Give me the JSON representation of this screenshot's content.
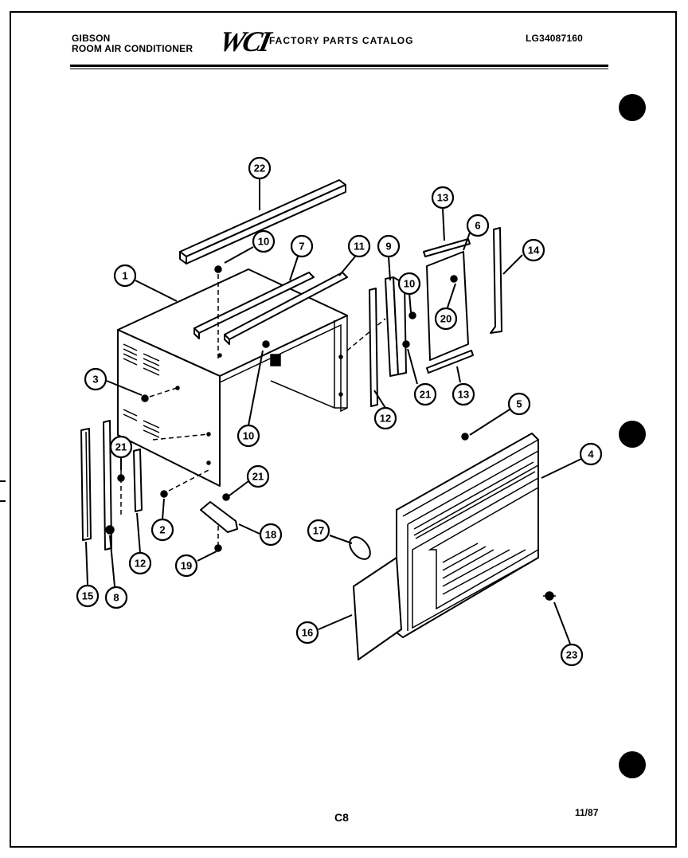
{
  "header": {
    "brand": "GIBSON",
    "product": "ROOM AIR CONDITIONER",
    "logo": "WCI",
    "catalog_title": "FACTORY PARTS CATALOG",
    "model_number": "LG34087160"
  },
  "callouts": [
    "22",
    "10",
    "7",
    "11",
    "1",
    "9",
    "13",
    "6",
    "14",
    "10",
    "20",
    "3",
    "10",
    "21",
    "13",
    "12",
    "5",
    "4",
    "21",
    "21",
    "2",
    "18",
    "17",
    "12",
    "19",
    "15",
    "8",
    "16",
    "23"
  ],
  "footer": {
    "page_code": "C8",
    "date": "11/87"
  }
}
